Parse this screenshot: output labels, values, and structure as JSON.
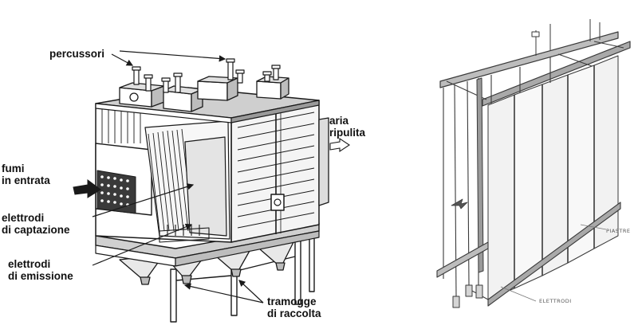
{
  "labels": {
    "percussori": "percussori",
    "aria_line1": "aria",
    "aria_line2": "ripulita",
    "fumi_line1": "fumi",
    "fumi_line2": "in entrata",
    "captazione_line1": "elettrodi",
    "captazione_line2": "di captazione",
    "emissione_line1": "elettrodi",
    "emissione_line2": "di emissione",
    "tramogge_line1": "tramogge",
    "tramogge_line2": "di raccolta",
    "piastre": "PIASTRE",
    "elettrodi_small": "ELETTRODI"
  },
  "colors": {
    "ink": "#1a1a1a",
    "steel_dark": "#444444",
    "steel_mid": "#8a8a8a",
    "steel_light": "#d9d9d9",
    "panel": "#f2f2f2"
  }
}
